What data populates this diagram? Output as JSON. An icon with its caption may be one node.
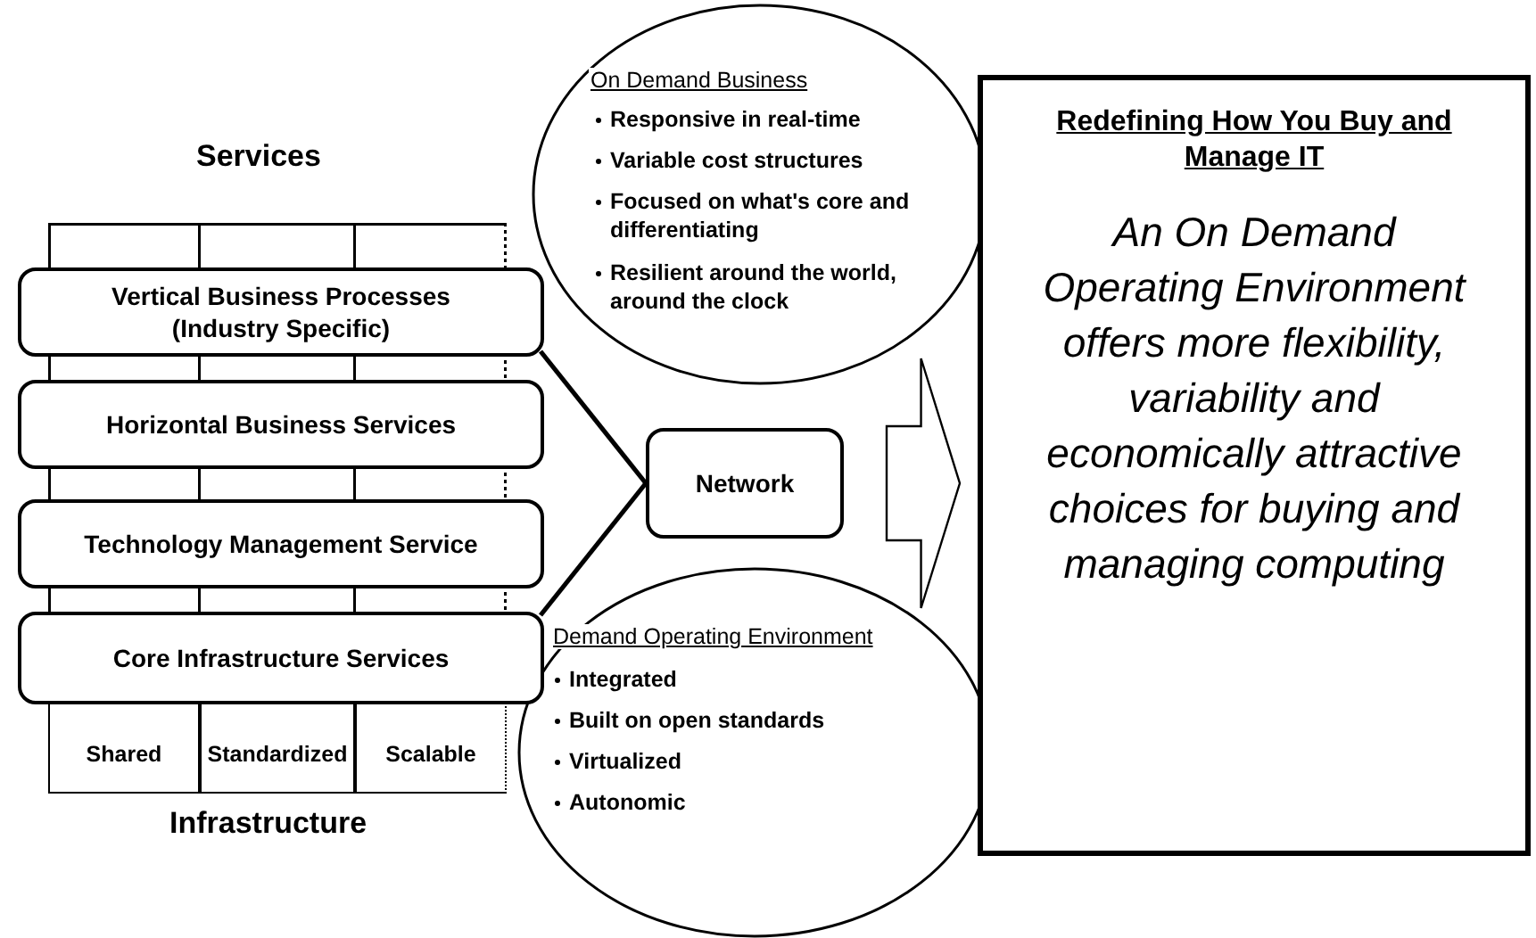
{
  "diagram": {
    "nodes": [
      {
        "text": [
          "Vertical Business Processes (Industry Specific)"
        ]
      },
      {
        "text": [
          "Horizontal Business Services"
        ]
      },
      {
        "text": [
          "Technology Management Service"
        ]
      },
      {
        "text": [
          "Core Infrastructure Services"
        ]
      },
      {
        "text": [
          "Shared"
        ]
      },
      {
        "text": [
          "Standardized"
        ]
      },
      {
        "text": [
          "Scalable"
        ]
      },
      {
        "text": [
          "On Demand Business",
          "Responsive in real-time",
          "Variable cost structures",
          "Focused on what's core and differentiating",
          "Resilient around the world, around the clock"
        ]
      },
      {
        "text": [
          "Network"
        ]
      },
      {
        "text": [
          "Demand Operating Environment",
          "Integrated",
          "Built on open standards",
          "Virtualized",
          "Autonomic"
        ]
      },
      {
        "text": [
          "Redefining How You Buy and Manage IT",
          "An On Demand Operating Environment offers more flexibility, variability and economically attractive choices for buying and managing computing"
        ]
      }
    ],
    "edges": [
      {
        "from": 0,
        "to": 8,
        "arrow": "none"
      },
      {
        "from": 3,
        "to": 8,
        "arrow": "none"
      },
      {
        "from": 8,
        "to": 10,
        "arrow": "to"
      }
    ],
    "labels": [
      "Services",
      "Infrastructure"
    ]
  }
}
